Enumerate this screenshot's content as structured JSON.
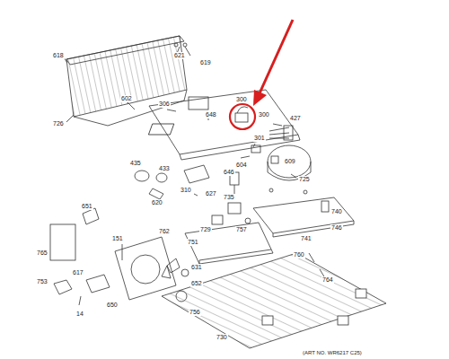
{
  "diagram": {
    "labels": [
      "621",
      "619",
      "618",
      "726",
      "602",
      "306",
      "648",
      "300",
      "300",
      "427",
      "301",
      "604",
      "609",
      "435",
      "433",
      "620",
      "646",
      "310",
      "627",
      "725",
      "735",
      "729",
      "757",
      "740",
      "741",
      "746",
      "751",
      "760",
      "764",
      "651",
      "765",
      "762",
      "151",
      "753",
      "617",
      "650",
      "14",
      "756",
      "652",
      "631",
      "730",
      "(ART NO. WR6217 C25)"
    ]
  }
}
